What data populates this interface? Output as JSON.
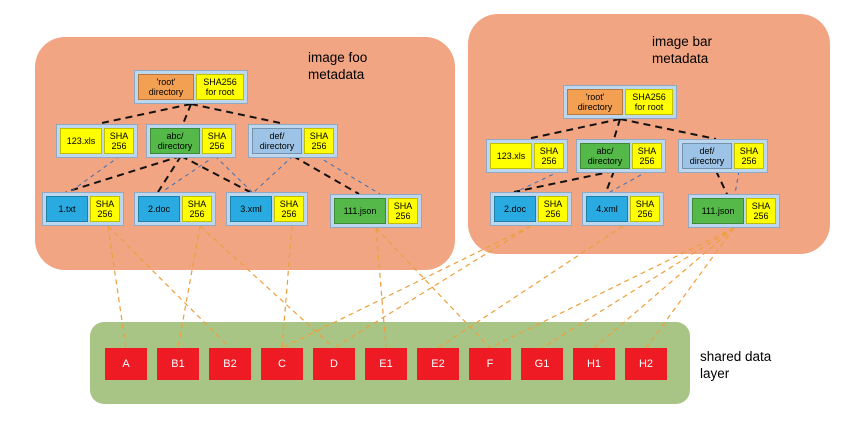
{
  "foo": {
    "title": "image foo\nmetadata",
    "root": {
      "label": "'root'\ndirectory",
      "sha": "SHA256\nfor root"
    },
    "level1": [
      {
        "label": "123.xls",
        "sha": "SHA\n256"
      },
      {
        "label": "abc/\ndirectory",
        "sha": "SHA\n256"
      },
      {
        "label": "def/\ndirectory",
        "sha": "SHA\n256"
      }
    ],
    "level2": [
      {
        "label": "1.txt",
        "sha": "SHA\n256"
      },
      {
        "label": "2.doc",
        "sha": "SHA\n256"
      },
      {
        "label": "3.xml",
        "sha": "SHA\n256"
      },
      {
        "label": "111.json",
        "sha": "SHA\n256"
      }
    ]
  },
  "bar": {
    "title": "image bar\nmetadata",
    "root": {
      "label": "'root'\ndirectory",
      "sha": "SHA256\nfor root"
    },
    "level1": [
      {
        "label": "123.xls",
        "sha": "SHA\n256"
      },
      {
        "label": "abc/\ndirectory",
        "sha": "SHA\n256"
      },
      {
        "label": "def/\ndirectory",
        "sha": "SHA\n256"
      }
    ],
    "level2": [
      {
        "label": "2.doc",
        "sha": "SHA\n256"
      },
      {
        "label": "4.xml",
        "sha": "SHA\n256"
      },
      {
        "label": "111.json",
        "sha": "SHA\n256"
      }
    ]
  },
  "shared": {
    "title": "shared data\nlayer",
    "blocks": [
      "A",
      "B1",
      "B2",
      "C",
      "D",
      "E1",
      "E2",
      "F",
      "G1",
      "H1",
      "H2"
    ]
  },
  "colors": {
    "metadata_box": "#f2a583",
    "shared_layer_box": "#a9c585",
    "shared_block": "#ee1b24",
    "sha_box": "#ffff00",
    "directory_green": "#54b948",
    "directory_blue": "#9dc3e6",
    "file_cyan": "#29abe2",
    "root_orange": "#f4a053",
    "node_container": "#bdd7ee",
    "link_orange": "#ed9f3c"
  }
}
